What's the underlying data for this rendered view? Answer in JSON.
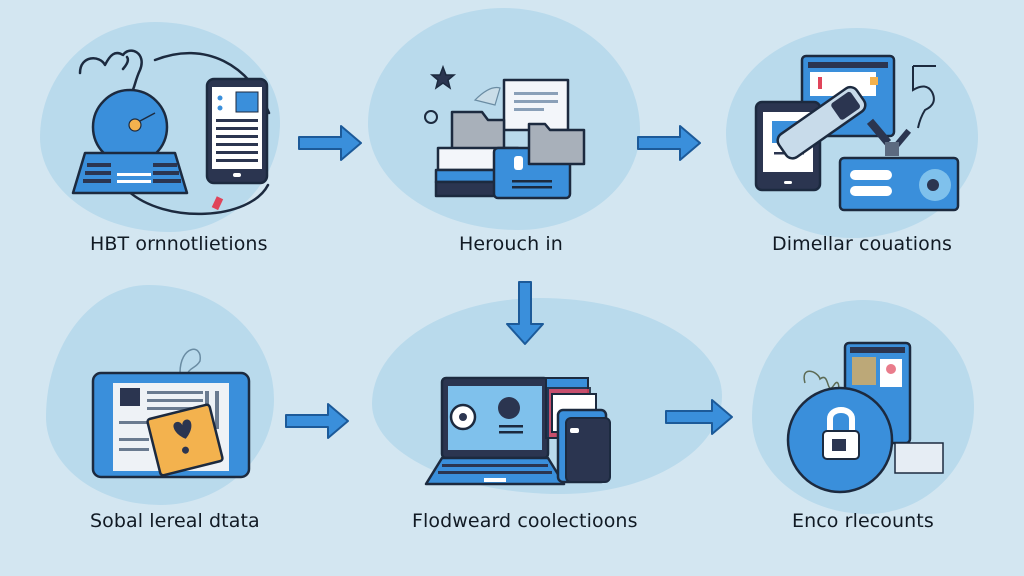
{
  "diagram": {
    "type": "process-flow",
    "colors": {
      "background": "#d3e6f1",
      "blob": "#b9daec",
      "primary_blue": "#3a8fdb",
      "light_blue": "#7fc1ec",
      "dark_navy": "#2b3550",
      "outline": "#1c2a3f",
      "accent_red": "#e0445a",
      "accent_orange": "#f3b24e"
    },
    "nodes": [
      {
        "id": "n1",
        "label": "HBT ornnotlietions",
        "icon": "vr-headset-phone-sync-icon"
      },
      {
        "id": "n2",
        "label": "Herouch in",
        "icon": "folders-documents-icon"
      },
      {
        "id": "n3",
        "label": "Dimellar couations",
        "icon": "devices-usb-drive-icon"
      },
      {
        "id": "n4",
        "label": "Sobal lereal dtata",
        "icon": "tablet-sticky-note-icon"
      },
      {
        "id": "n5",
        "label": "Flodweard coolectioons",
        "icon": "laptop-cards-icon"
      },
      {
        "id": "n6",
        "label": "Enco rlecounts",
        "icon": "padlock-phone-icon"
      }
    ],
    "edges": [
      {
        "from": "n1",
        "to": "n2",
        "direction": "right"
      },
      {
        "from": "n2",
        "to": "n3",
        "direction": "right"
      },
      {
        "from": "n2",
        "to": "n5",
        "direction": "down"
      },
      {
        "from": "n4",
        "to": "n5",
        "direction": "right"
      },
      {
        "from": "n5",
        "to": "n6",
        "direction": "right"
      }
    ]
  }
}
